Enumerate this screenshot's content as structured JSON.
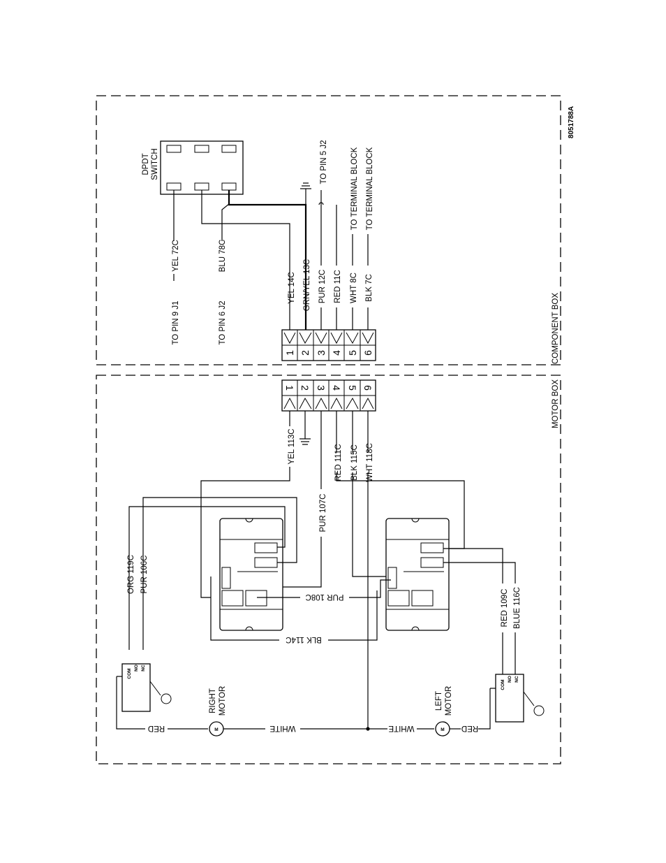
{
  "drawing_number": "8051788A",
  "boxes": {
    "component_box": "COMPONENT BOX",
    "motor_box": "MOTOR BOX"
  },
  "switch": {
    "title_line1": "DPDT",
    "title_line2": "SWITCH"
  },
  "component_box_wires": {
    "to_pin_9_j1": "TO PIN 9 J1",
    "yel_72c": "YEL 72C",
    "to_pin_6_j2": "TO PIN 6 J2",
    "blu_78c": "BLU 78C",
    "to_pin_5_j2": "TO PIN 5 J2",
    "to_terminal_block_1": "TO TERMINAL BLOCK",
    "to_terminal_block_2": "TO TERMINAL BLOCK"
  },
  "connector_upper": {
    "pins": [
      "1",
      "2",
      "3",
      "4",
      "5",
      "6"
    ],
    "wires": [
      "YEL 14C",
      "GRN/YEL 13C",
      "PUR 12C",
      "RED 11C",
      "WHT 8C",
      "BLK 7C"
    ]
  },
  "connector_lower": {
    "pins": [
      "1",
      "2",
      "3",
      "4",
      "5",
      "6"
    ],
    "wires": {
      "yel_113c": "YEL 113C",
      "red_111c": "RED 111C",
      "blk_115c": "BLK 115C",
      "wht_118c": "WHT 118C"
    }
  },
  "motor_box_wires": {
    "org_119c": "ORG 119C",
    "pur_106c": "PUR 106C",
    "pur_107c": "PUR 107C",
    "pur_108c": "PUR 108C",
    "blk_114c": "BLK 114C",
    "red_109c": "RED 109C",
    "blue_116c": "BLUE 116C",
    "red_right": "RED",
    "white_right": "WHITE",
    "white_left": "WHITE",
    "red_left": "RED"
  },
  "limit_switch": {
    "com": "COM",
    "no": "NO",
    "nc": "NC"
  },
  "motors": {
    "right_line1": "RIGHT",
    "right_line2": "MOTOR",
    "left_line1": "LEFT",
    "left_line2": "MOTOR",
    "symbol": "M"
  }
}
